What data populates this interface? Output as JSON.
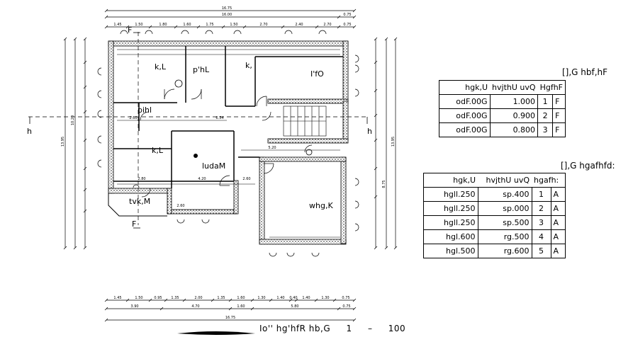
{
  "dimensions": {
    "top_overall": "16.75",
    "top_sub": [
      "16.00",
      "0.75"
    ],
    "top_row": [
      "1.45",
      "1.50",
      "1.80",
      "1.60",
      "1.75",
      "1.50",
      "2.70",
      "2.40",
      "2.70",
      "0.75"
    ],
    "bottom_row1": [
      "1.45",
      "1.50",
      "0.95",
      "1.35",
      "2.00",
      "1.35",
      "1.60",
      "1.30",
      "1.40",
      "0.40",
      "1.40",
      "1.30",
      "0.75"
    ],
    "bottom_row2": [
      "3.90",
      "4.70",
      "1.60",
      "5.80",
      "0.75"
    ],
    "bottom_overall": "16.75",
    "left_overall": "13.95",
    "right_overall": "13.95",
    "left_sub": "10.20",
    "right_sub": "8.75",
    "interior": [
      "2.60",
      "6.54",
      "5.20",
      "4.20",
      "2.60",
      "2.80",
      "2.60"
    ]
  },
  "rooms": {
    "kl_top": "k,L",
    "phl": "p'hL",
    "k_right": "k,",
    "ifo": "I'fO",
    "pihl": "pihl",
    "kl_mid": "k,L",
    "ludam": "ludaM",
    "whgk": "whg,K",
    "tvkm": "tvk,M"
  },
  "markers": {
    "h_left": "h",
    "h_right": "h",
    "f_top": "F",
    "f_bottom": "F"
  },
  "table1": {
    "title": "[],G hbf,hF",
    "headers": [
      "hgk,U",
      "hvjthU uvQ",
      "HgfhF"
    ],
    "rows": [
      {
        "a": "odF.00G",
        "b": "1.000",
        "c": "1",
        "d": "F"
      },
      {
        "a": "odF.00G",
        "b": "0.900",
        "c": "2",
        "d": "F"
      },
      {
        "a": "odF.00G",
        "b": "0.800",
        "c": "3",
        "d": "F"
      }
    ]
  },
  "table2": {
    "title": "[],G hgafhfd:",
    "headers": [
      "hgk,U",
      "hvjthU uvQ",
      "hgafh:"
    ],
    "rows": [
      {
        "a": "hgll.250",
        "b": "sp.400",
        "c": "1",
        "d": "A"
      },
      {
        "a": "hgll.250",
        "b": "sp.000",
        "c": "2",
        "d": "A"
      },
      {
        "a": "hgll.250",
        "b": "sp.500",
        "c": "3",
        "d": "A"
      },
      {
        "a": "hgl.600",
        "b": "rg.500",
        "c": "4",
        "d": "A"
      },
      {
        "a": "hgl.500",
        "b": "rg.600",
        "c": "5",
        "d": "A"
      }
    ]
  },
  "caption": {
    "text": "Io'' hg'hfR hb,G",
    "scale_a": "1",
    "dash": "–",
    "scale_b": "100"
  }
}
